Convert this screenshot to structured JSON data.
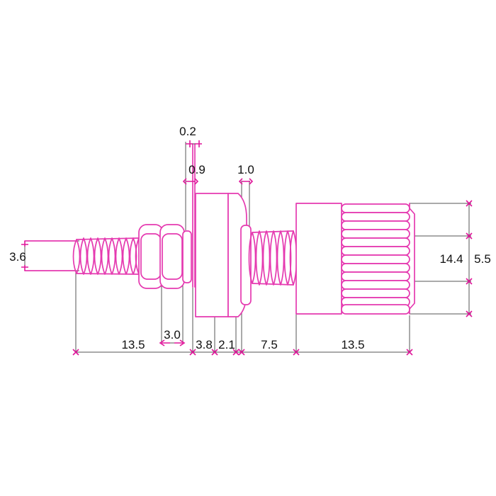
{
  "drawing": {
    "title": "Mechanical part dimensioned drawing",
    "subject": "threaded shaft with hex nuts, flange washer and knurled knob",
    "units": "mm",
    "colors": {
      "part_outline": "#e53ab0",
      "dimension_line": "#555555",
      "dimension_tick": "#e0179b",
      "text": "#111111",
      "background": "#ffffff"
    },
    "dimensions": {
      "bottom_chain": [
        {
          "name": "shaft-and-nuts-length",
          "label": "13.5"
        },
        {
          "name": "flange-body-length",
          "label": "3.8"
        },
        {
          "name": "flange-lip-length",
          "label": "2.1"
        },
        {
          "name": "rear-thread-length",
          "label": "7.5"
        },
        {
          "name": "knob-length",
          "label": "13.5"
        }
      ],
      "nut-width": {
        "name": "nut-width",
        "label": "3.0"
      },
      "washer-thickness": {
        "name": "washer-thickness",
        "label": "0.2"
      },
      "washer-gap": {
        "name": "washer-gap",
        "label": "0.9"
      },
      "flange-lip-thickness": {
        "name": "flange-lip-thickness",
        "label": "1.0"
      },
      "shaft-diameter": {
        "name": "shaft-diameter",
        "label": "3.6"
      },
      "knob-diameter": {
        "name": "knob-diameter",
        "label": "14.4"
      },
      "knob-inner-diameter": {
        "name": "knob-inner-diameter",
        "label": "5.5"
      }
    }
  }
}
